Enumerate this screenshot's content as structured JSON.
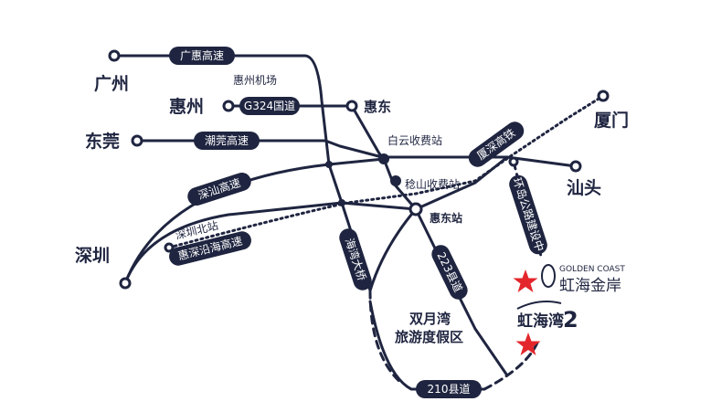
{
  "cities": {
    "guangzhou": "广州",
    "huizhou": "惠州",
    "dongguan": "东莞",
    "shenzhen": "深圳",
    "huidong": "惠东",
    "xiamen": "厦门",
    "shantou": "汕头"
  },
  "places": {
    "huizhou_airport": "惠州机场",
    "baiyun_toll": "白云收费站",
    "wenshan_toll": "稔山收费站",
    "huidong_station": "惠东站",
    "shenzhen_north": "深圳北站",
    "resort_line1": "双月湾",
    "resort_line2": "旅游度假区"
  },
  "roads": {
    "guanghui": "广惠高速",
    "g324": "G324国道",
    "chaoguan": "潮莞高速",
    "shenshan": "深汕高速",
    "huishen_coastal": "惠深沿海高速",
    "xiashen_rail": "厦深高铁",
    "haiwan_bridge": "海湾大桥",
    "s223": "223县道",
    "ring_road": "环岛公路建设中",
    "x210": "210县道"
  },
  "brands": {
    "golden_coast_en": "GOLDEN COAST",
    "golden_coast_cn": "虹海金岸",
    "honghaiwan_cn": "虹海湾",
    "honghaiwan_num": "2"
  },
  "colors": {
    "navy": "#1f2540",
    "star": "#e3262b",
    "white": "#ffffff"
  }
}
